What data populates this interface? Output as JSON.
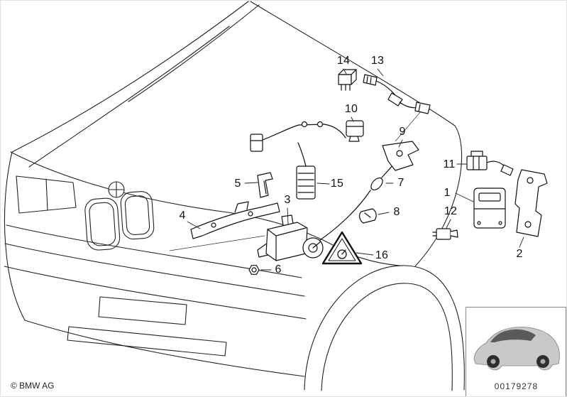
{
  "diagram": {
    "copyright": "© BMW AG",
    "image_number": "00179278",
    "callouts": [
      {
        "id": "1"
      },
      {
        "id": "2"
      },
      {
        "id": "3"
      },
      {
        "id": "4"
      },
      {
        "id": "5"
      },
      {
        "id": "6"
      },
      {
        "id": "7"
      },
      {
        "id": "8"
      },
      {
        "id": "9"
      },
      {
        "id": "10"
      },
      {
        "id": "11"
      },
      {
        "id": "12"
      },
      {
        "id": "13"
      },
      {
        "id": "14"
      },
      {
        "id": "15"
      },
      {
        "id": "16"
      }
    ],
    "colors": {
      "line": "#1a1a1a",
      "background": "#ffffff",
      "thumbnail_body": "#c9c9c9"
    }
  }
}
